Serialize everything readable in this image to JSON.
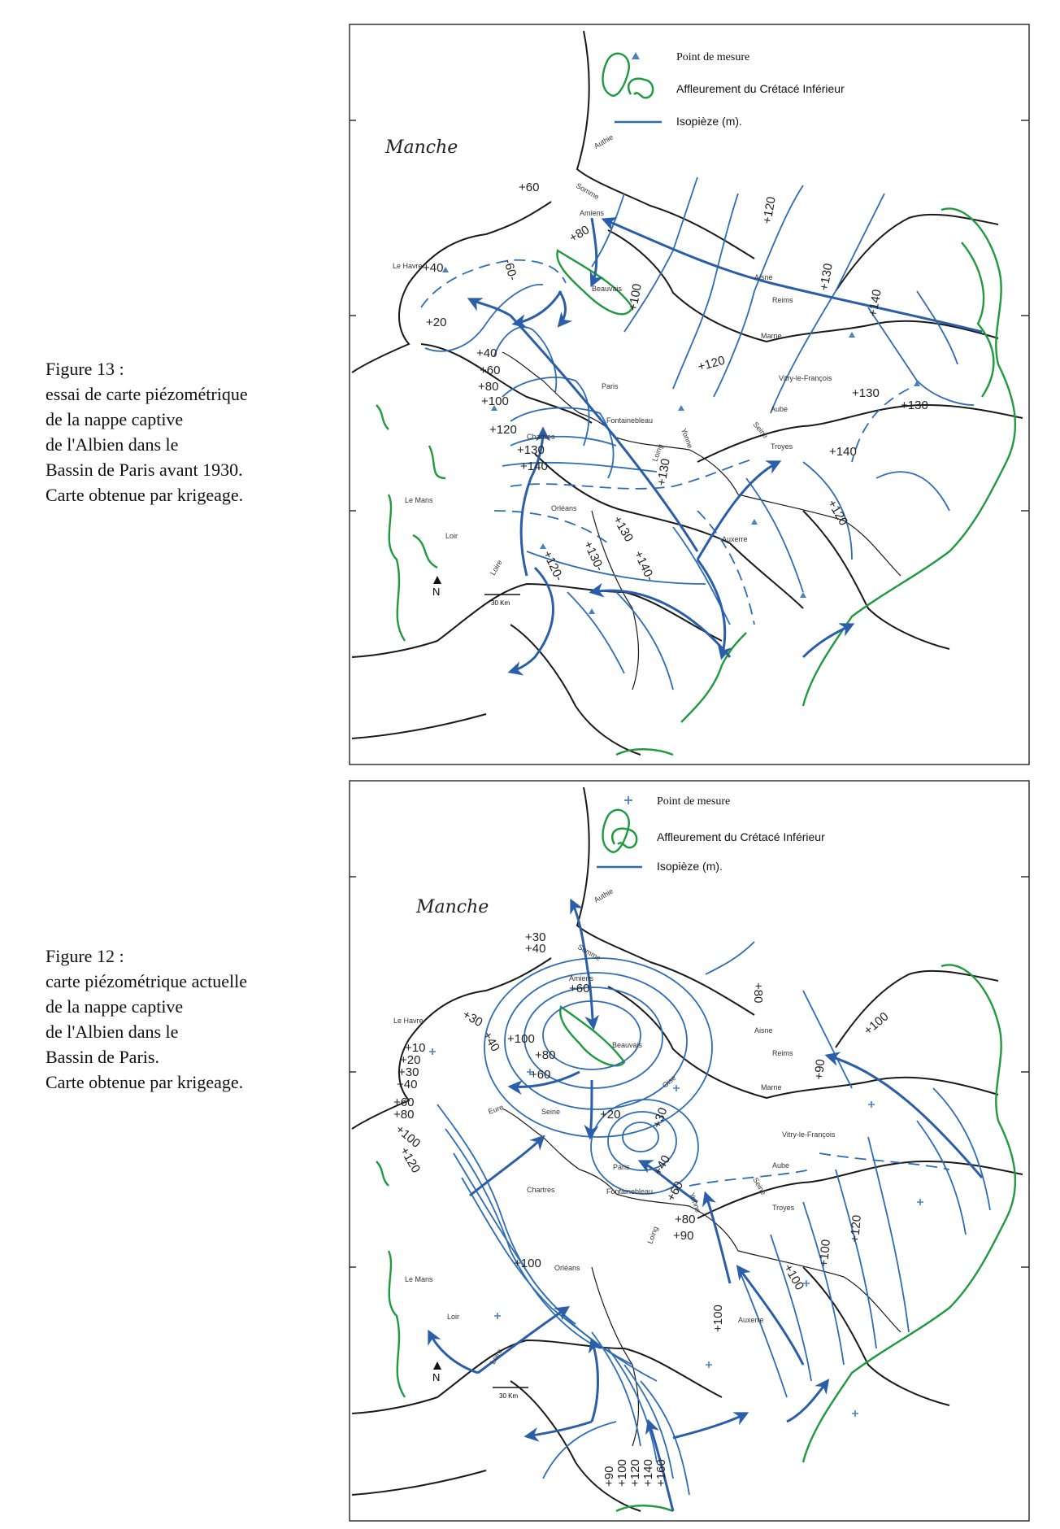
{
  "figure13": {
    "caption": [
      "Figure 13 :",
      "essai de carte piézométrique",
      "de la nappe captive",
      "de l'Albien dans le",
      "Bassin de Paris avant 1930.",
      "Carte obtenue par krigeage."
    ],
    "legend": {
      "point": "Point de mesure",
      "outcrop": "Affleurement du Crétacé Inférieur",
      "isopieze": "Isopièze (m)."
    },
    "sea_label": "Manche",
    "north": "N",
    "scale": "30 Km",
    "isopieze_labels": [
      "+60",
      "+80",
      "+40",
      "+20",
      "-60-",
      "+40",
      "+60",
      "+80",
      "+100",
      "+120",
      "+130",
      "+140",
      "+120",
      "+130",
      "+120",
      "+130",
      "+140",
      "+130",
      "+140",
      "+130",
      "+120",
      "+130",
      "+140-",
      "+120-",
      "+130-",
      "+100"
    ],
    "places": [
      "Authie",
      "Somme",
      "Amiens",
      "Beauvais",
      "Le Havre",
      "Aisne",
      "Reims",
      "Marne",
      "Paris",
      "Vitry-le-François",
      "Aube",
      "Seine",
      "Troyes",
      "Chartres",
      "Fontainebleau",
      "Yonne",
      "Loing",
      "Orléans",
      "Le Mans",
      "Loir",
      "Loire",
      "Auxerre"
    ]
  },
  "figure12": {
    "caption": [
      "Figure 12 :",
      "carte piézométrique actuelle",
      "de la nappe captive",
      "de l'Albien dans le",
      "Bassin de Paris.",
      "Carte obtenue par krigeage."
    ],
    "legend": {
      "point": "Point de mesure",
      "outcrop": "Affleurement du Crétacé Inférieur",
      "isopieze": "Isopièze  (m)."
    },
    "sea_label": "Manche",
    "north": "N",
    "scale": "30 Km",
    "isopieze_labels": [
      "+30",
      "+40",
      "+60",
      "+30",
      "+40",
      "+100",
      "+80",
      "+60",
      "+10",
      "+20",
      "+30",
      "+40",
      "+60",
      "+80",
      "+100",
      "+120",
      "+20",
      "+30",
      "+40",
      "+60",
      "+80",
      "+90",
      "+100",
      "+80",
      "+90",
      "+100",
      "+120",
      "+100",
      "+100",
      "+100",
      "+90",
      "+100",
      "+120",
      "+140",
      "+160"
    ],
    "places": [
      "Authie",
      "Somme",
      "Amiens",
      "Beauvais",
      "Le Havre",
      "Oise",
      "Aisne",
      "Reims",
      "Marne",
      "Seine",
      "Eure",
      "Paris",
      "Vitry-le-François",
      "Aube",
      "Seine",
      "Troyes",
      "Chartres",
      "Fontainebleau",
      "Yonne",
      "Loing",
      "Orléans",
      "Le Mans",
      "Loir",
      "Loire",
      "Auxerre"
    ]
  },
  "colors": {
    "isopieze": "#2e6db3",
    "flow_arrow": "#2a5ea8",
    "outcrop": "#1f9a3e",
    "boundary": "#1a1a1a",
    "point": "#4a7fc1"
  },
  "icons": [
    "triangle-point-icon",
    "plus-point-icon",
    "outcrop-outline-icon",
    "north-arrow-icon",
    "flow-arrow-icon"
  ]
}
